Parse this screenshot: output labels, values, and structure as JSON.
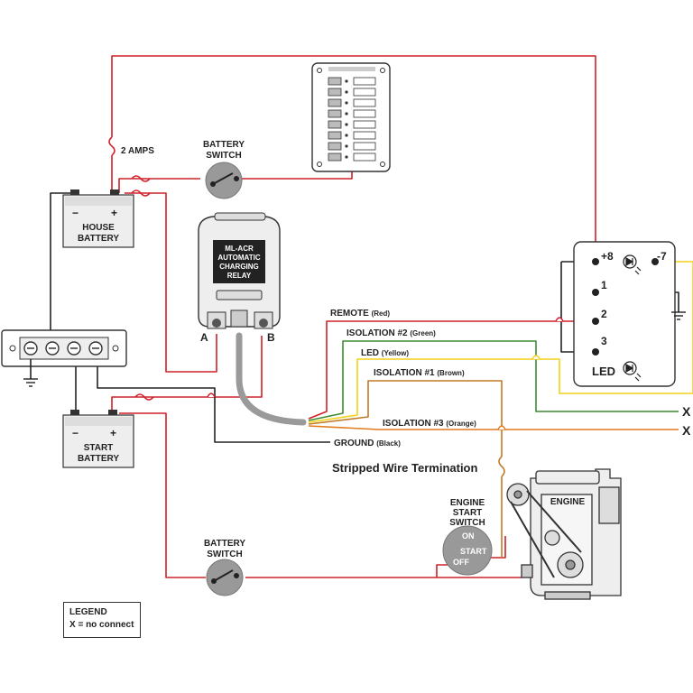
{
  "colors": {
    "red": "#d0202a",
    "green": "#3d8a34",
    "yellow": "#f2d21a",
    "brown": "#c07a28",
    "orange": "#e27a1f",
    "black": "#222222",
    "gray": "#9a9a9a",
    "component": "#eeeeee"
  },
  "labels": {
    "fuse_rating": "2 AMPS",
    "battery_switch_top_1": "BATTERY",
    "battery_switch_top_2": "SWITCH",
    "house_battery_1": "HOUSE",
    "house_battery_2": "BATTERY",
    "start_battery_1": "START",
    "start_battery_2": "BATTERY",
    "acr_line1": "ML-ACR",
    "acr_line2": "AUTOMATIC",
    "acr_line3": "CHARGING",
    "acr_line4": "RELAY",
    "terminal_a": "A",
    "terminal_b": "B",
    "remote": "REMOTE",
    "remote_color": "(Red)",
    "isolation2": "ISOLATION #2",
    "isolation2_color": "(Green)",
    "led": "LED",
    "led_color": "(Yellow)",
    "isolation1": "ISOLATION #1",
    "isolation1_color": "(Brown)",
    "isolation3": "ISOLATION #3",
    "isolation3_color": "(Orange)",
    "ground": "GROUND",
    "ground_color": "(Black)",
    "x_mark": "X",
    "stripped": "Stripped Wire Termination",
    "engine": "ENGINE",
    "ess_1": "ENGINE",
    "ess_2": "START",
    "ess_3": "SWITCH",
    "ess_on": "ON",
    "ess_start": "START",
    "ess_off": "OFF",
    "battery_switch_bottom_1": "BATTERY",
    "battery_switch_bottom_2": "SWITCH",
    "t_plus8": "+8",
    "t_minus7": "-7",
    "t_1": "1",
    "t_2": "2",
    "t_3": "3",
    "led_panel": "LED",
    "plus": "+",
    "minus": "−"
  },
  "legend": {
    "title": "LEGEND",
    "entry": "X = no connect"
  },
  "breaker_panel": {
    "rows": 8
  }
}
